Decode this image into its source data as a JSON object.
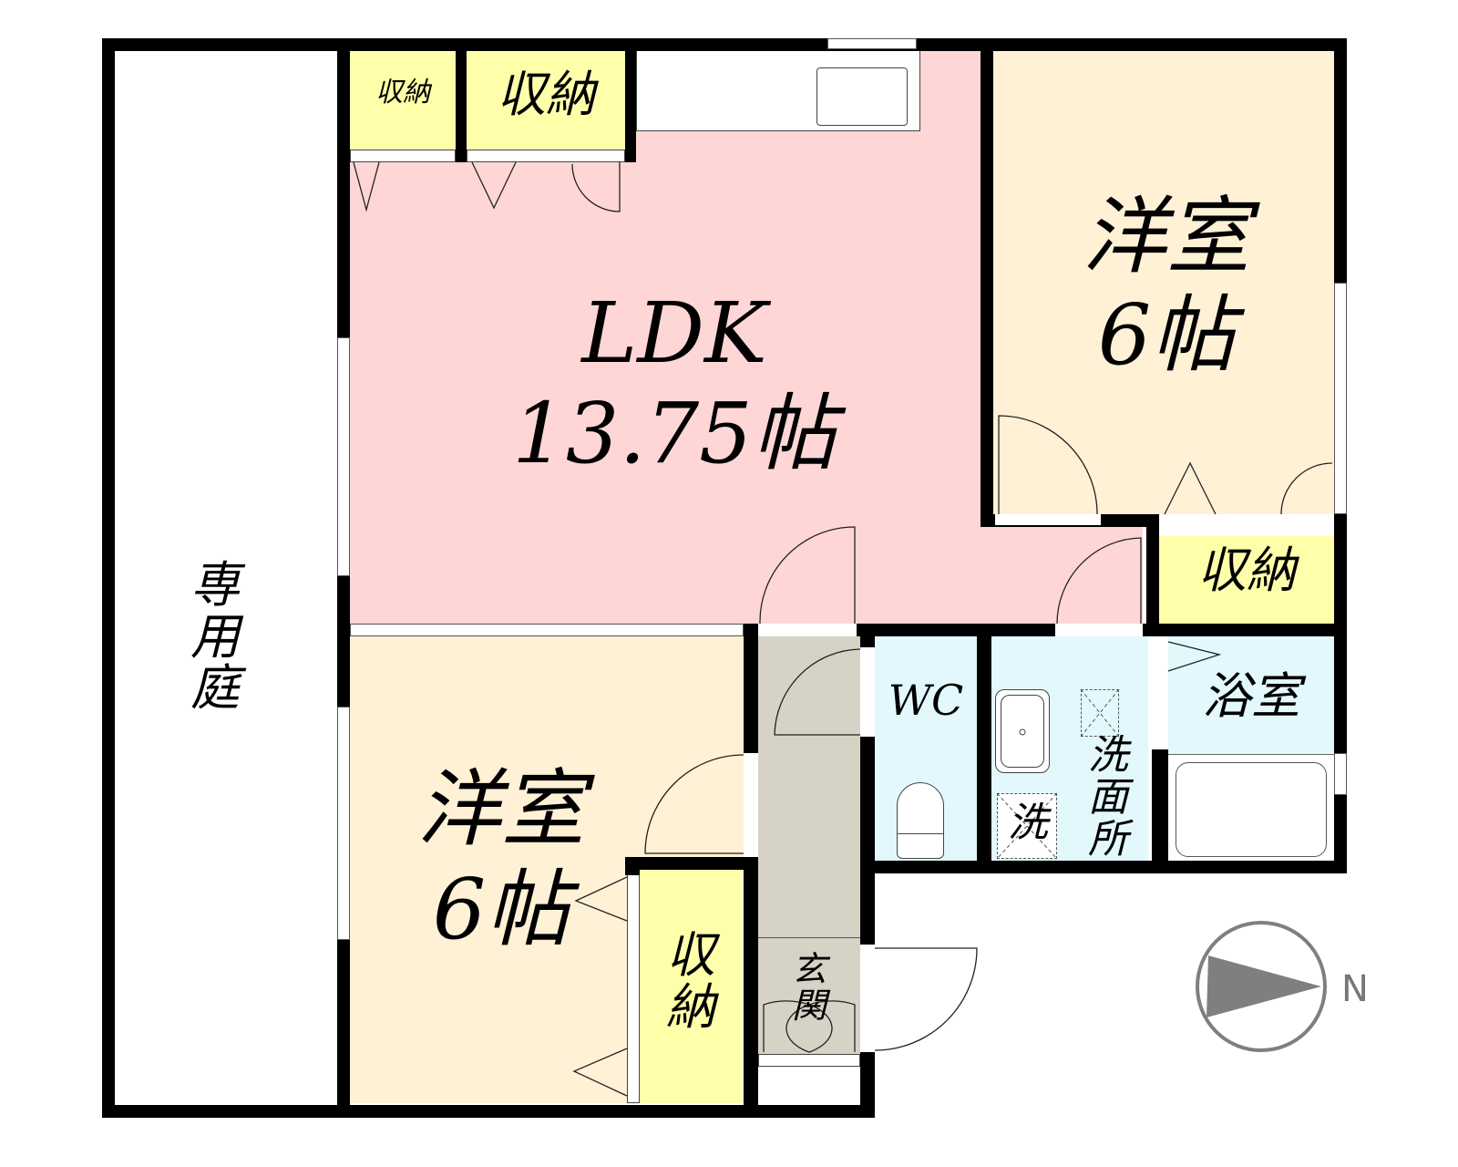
{
  "floor_plan": {
    "colors": {
      "ldk": "#ffd6d6",
      "western_room": "#fff1d6",
      "storage": "#ffffaa",
      "wet_area": "#e3f8fd",
      "hallway": "#d6d2c6",
      "garden": "#ffffff",
      "wall": "#000000",
      "compass": "#7f7f7f"
    },
    "rooms": {
      "garden": {
        "label": "専\n用\n庭"
      },
      "ldk": {
        "label_line1": "LDK",
        "label_line2": "13.75帖"
      },
      "storage_top_small": {
        "label": "収納"
      },
      "storage_top_large": {
        "label": "収納"
      },
      "western_room_ne": {
        "label_line1": "洋室",
        "label_line2": "6帖"
      },
      "storage_east": {
        "label": "収納"
      },
      "western_room_sw": {
        "label_line1": "洋室",
        "label_line2": "6帖"
      },
      "storage_sw": {
        "label": "収\n納"
      },
      "entrance": {
        "label": "玄\n関"
      },
      "wc": {
        "label": "WC"
      },
      "washroom": {
        "label": "洗\n面\n所"
      },
      "washer": {
        "label": "洗"
      },
      "bathroom": {
        "label": "浴室"
      }
    },
    "compass": {
      "label": "N"
    }
  }
}
